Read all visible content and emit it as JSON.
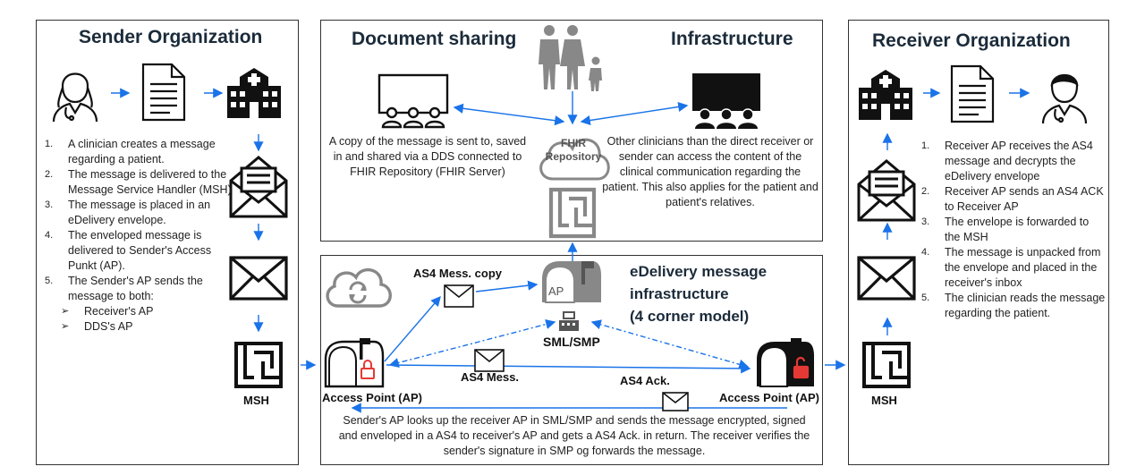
{
  "sender": {
    "title": "Sender Organization",
    "steps": [
      {
        "n": "1.",
        "text": "A clinician creates a message regarding a patient."
      },
      {
        "n": "2.",
        "text": "The message is delivered to the Message Service Handler (MSH)"
      },
      {
        "n": "3.",
        "text": "The message is placed in an eDelivery envelope."
      },
      {
        "n": "4.",
        "text": "The enveloped message is delivered to Sender's Access Punkt (AP)."
      },
      {
        "n": "5.",
        "text": "The Sender's AP sends the message to both:"
      }
    ],
    "targets": [
      "Receiver's AP",
      "DDS's AP"
    ],
    "msh_label": "MSH"
  },
  "sharing": {
    "title_left": "Document sharing",
    "title_right": "Infrastructure",
    "left_text": "A copy of the message is sent to, saved in and shared via a DDS connected to FHIR Repository (FHIR Server)",
    "fhir_label": "FHIR Repository",
    "right_text": "Other clinicians than the direct receiver or sender can access the content of the clinical communication regarding the patient. This also applies for the patient and patient's relatives."
  },
  "edelivery": {
    "title_line1": "eDelivery message",
    "title_line2": "infrastructure",
    "title_line3": "(4 corner model)",
    "copy_label": "AS4 Mess. copy",
    "ap_badge": "AP",
    "smlsmp_label": "SML/SMP",
    "mess_label": "AS4 Mess.",
    "ack_label": "AS4 Ack.",
    "ap_left": "Access Point (AP)",
    "ap_right": "Access Point (AP)",
    "bottom_text": "Sender's AP looks up the receiver AP in SML/SMP and sends the message encrypted, signed and enveloped in a AS4 to receiver's AP and gets a AS4 Ack. in return. The receiver verifies the sender's signature in SMP og forwards the message."
  },
  "receiver": {
    "title": "Receiver Organization",
    "steps": [
      {
        "n": "1.",
        "text": "Receiver AP receives the AS4 message and decrypts the eDelivery envelope"
      },
      {
        "n": "2.",
        "text": "Receiver AP sends an AS4 ACK to Receiver AP"
      },
      {
        "n": "3.",
        "text": "The envelope is forwarded to the MSH"
      },
      {
        "n": "4.",
        "text": "The message is unpacked from the envelope and placed in the receiver's inbox"
      },
      {
        "n": "5.",
        "text": "The clinician reads the message regarding the patient."
      }
    ],
    "msh_label": "MSH"
  },
  "colors": {
    "arrow": "#1a73e8",
    "dark": "#111111",
    "lock_red": "#e53935",
    "gray": "#888888"
  }
}
